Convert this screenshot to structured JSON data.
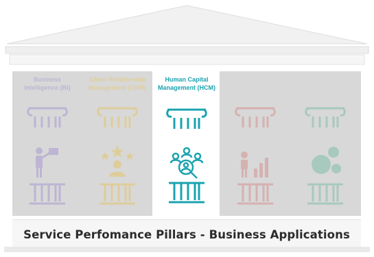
{
  "colors": {
    "bi": "#7a5cc7",
    "crm": "#f0b400",
    "hcm": "#1aa3b0",
    "pillar4": "#d35050",
    "pillar5": "#2fa37a",
    "roof": "#efefef",
    "panel": "#d8d8d8"
  },
  "pillars": [
    {
      "id": "bi",
      "title_line1": "Business",
      "title_line2": "Intelligence (BI)",
      "icon": "presenter-icon",
      "faded": true
    },
    {
      "id": "crm",
      "title_line1": "Client Relationship",
      "title_line2": "Management (CRM)",
      "icon": "customer-rating-icon",
      "faded": true
    },
    {
      "id": "hcm",
      "title_line1": "Human Capital",
      "title_line2": "Management (HCM)",
      "icon": "talent-search-icon",
      "faded": false
    },
    {
      "id": "p4",
      "title_line1": "",
      "title_line2": "",
      "icon": "growth-chart-icon",
      "faded": true
    },
    {
      "id": "p5",
      "title_line1": "",
      "title_line2": "",
      "icon": "finance-gears-icon",
      "faded": true
    }
  ],
  "base": {
    "label": "Service Perfomance Pillars - Business Applications"
  }
}
